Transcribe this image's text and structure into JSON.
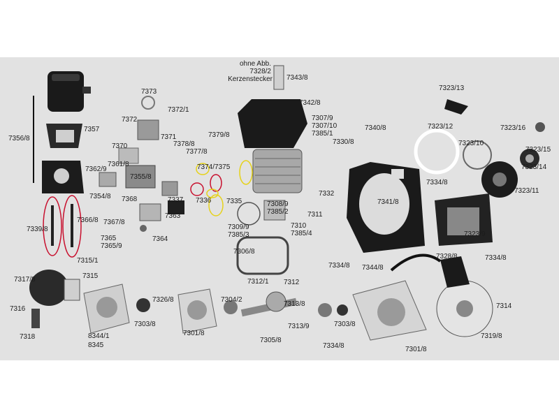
{
  "title_note": {
    "line1": "ohne Abb.",
    "line2": "7328/2",
    "line3": "Kerzenstecker"
  },
  "part_numbers": [
    {
      "id": "p7343",
      "text": "7343/8"
    },
    {
      "id": "p7342",
      "text": "7342/8"
    },
    {
      "id": "p7307",
      "text": "7307/9"
    },
    {
      "id": "p7307b",
      "text": "7307/10"
    },
    {
      "id": "p7385",
      "text": "7385/1"
    },
    {
      "id": "p7330",
      "text": "7330/8"
    },
    {
      "id": "p7340",
      "text": "7340/8"
    },
    {
      "id": "p7323_13",
      "text": "7323/13"
    },
    {
      "id": "p7323_12",
      "text": "7323/12"
    },
    {
      "id": "p7323_16",
      "text": "7323/16"
    },
    {
      "id": "p7323_15",
      "text": "7323/15"
    },
    {
      "id": "p7323_10",
      "text": "7323/10"
    },
    {
      "id": "p7323_14",
      "text": "7323/14"
    },
    {
      "id": "p7323_11",
      "text": "7323/11"
    },
    {
      "id": "p7334a",
      "text": "7334/8"
    },
    {
      "id": "p7341",
      "text": "7341/8"
    },
    {
      "id": "p7323_9",
      "text": "7323/9"
    },
    {
      "id": "p7373",
      "text": "7373"
    },
    {
      "id": "p7372_1",
      "text": "7372/1"
    },
    {
      "id": "p7372",
      "text": "7372"
    },
    {
      "id": "p7371",
      "text": "7371"
    },
    {
      "id": "p7379",
      "text": "7379/8"
    },
    {
      "id": "p7378",
      "text": "7378/8"
    },
    {
      "id": "p7377",
      "text": "7377/8"
    },
    {
      "id": "p7370",
      "text": "7370"
    },
    {
      "id": "p7361",
      "text": "7361/8"
    },
    {
      "id": "p7362",
      "text": "7362/9"
    },
    {
      "id": "p7374",
      "text": "7374/7375"
    },
    {
      "id": "p7355",
      "text": "7355/8"
    },
    {
      "id": "p7354",
      "text": "7354/8"
    },
    {
      "id": "p7368",
      "text": "7368"
    },
    {
      "id": "p7337",
      "text": "7337"
    },
    {
      "id": "p7336",
      "text": "7336"
    },
    {
      "id": "p7335",
      "text": "7335"
    },
    {
      "id": "p7332",
      "text": "7332"
    },
    {
      "id": "p7308",
      "text": "7308/9"
    },
    {
      "id": "p7385_2",
      "text": "7385/2"
    },
    {
      "id": "p7311",
      "text": "7311"
    },
    {
      "id": "p7357",
      "text": "7357"
    },
    {
      "id": "p7356",
      "text": "7356/8"
    },
    {
      "id": "p7366",
      "text": "7366/8"
    },
    {
      "id": "p7367",
      "text": "7367/8"
    },
    {
      "id": "p7363",
      "text": "7363"
    },
    {
      "id": "p7339",
      "text": "7339/8"
    },
    {
      "id": "p7365",
      "text": "7365"
    },
    {
      "id": "p7365_9",
      "text": "7365/9"
    },
    {
      "id": "p7364",
      "text": "7364"
    },
    {
      "id": "p7309",
      "text": "7309/9"
    },
    {
      "id": "p7385_3",
      "text": "7385/3"
    },
    {
      "id": "p7310",
      "text": "7310"
    },
    {
      "id": "p7385_4",
      "text": "7385/4"
    },
    {
      "id": "p7306",
      "text": "7306/8"
    },
    {
      "id": "p7315_1",
      "text": "7315/1"
    },
    {
      "id": "p7317",
      "text": "7317/8"
    },
    {
      "id": "p7315",
      "text": "7315"
    },
    {
      "id": "p7316",
      "text": "7316"
    },
    {
      "id": "p7318",
      "text": "7318"
    },
    {
      "id": "p8344",
      "text": "8344/1"
    },
    {
      "id": "p8345",
      "text": "8345"
    },
    {
      "id": "p7326",
      "text": "7326/8"
    },
    {
      "id": "p7303a",
      "text": "7303/8"
    },
    {
      "id": "p7301a",
      "text": "7301/8"
    },
    {
      "id": "p7304",
      "text": "7304/2"
    },
    {
      "id": "p7312_1",
      "text": "7312/1"
    },
    {
      "id": "p7312",
      "text": "7312"
    },
    {
      "id": "p7313",
      "text": "7313/8"
    },
    {
      "id": "p7313_9",
      "text": "7313/9"
    },
    {
      "id": "p7303b",
      "text": "7303/8"
    },
    {
      "id": "p7305",
      "text": "7305/8"
    },
    {
      "id": "p7334b",
      "text": "7334/8"
    },
    {
      "id": "p7344",
      "text": "7344/8"
    },
    {
      "id": "p7328",
      "text": "7328/8"
    },
    {
      "id": "p7334c",
      "text": "7334/8"
    },
    {
      "id": "p7334d",
      "text": "7334/8"
    },
    {
      "id": "p7301b",
      "text": "7301/8"
    },
    {
      "id": "p7314",
      "text": "7314"
    },
    {
      "id": "p7319",
      "text": "7319/8"
    }
  ],
  "highlight_colors": {
    "red": "#c8102e",
    "yellow": "#e6d21a"
  }
}
